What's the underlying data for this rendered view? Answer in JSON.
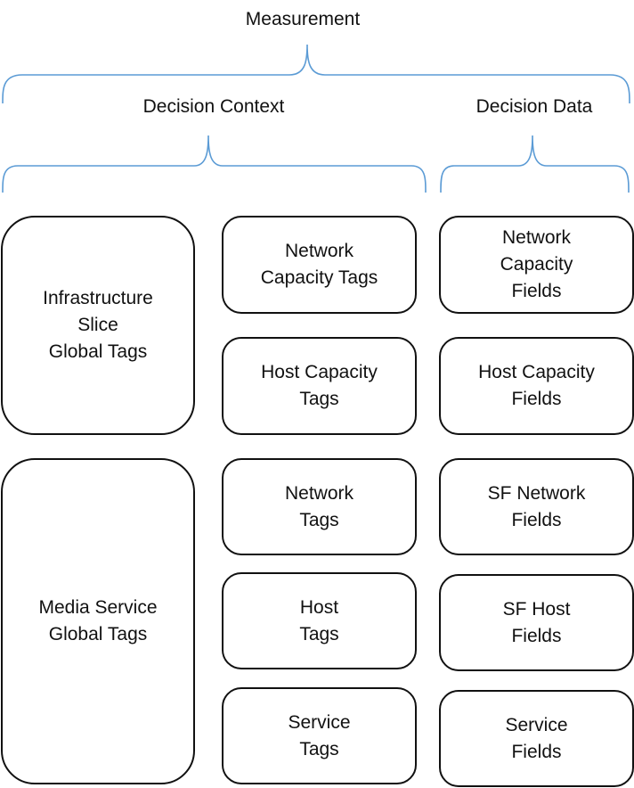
{
  "header": {
    "measurement": "Measurement",
    "decision_context": "Decision Context",
    "decision_data": "Decision Data"
  },
  "global_tags": {
    "infrastructure": "Infrastructure\nSlice\nGlobal Tags",
    "media_service": "Media Service\nGlobal Tags"
  },
  "context_tags": {
    "network_capacity": "Network\nCapacity Tags",
    "host_capacity": "Host Capacity\nTags",
    "network": "Network\nTags",
    "host": "Host\nTags",
    "service": "Service\nTags"
  },
  "data_fields": {
    "network_capacity": "Network\nCapacity\nFields",
    "host_capacity": "Host Capacity\nFields",
    "sf_network": "SF Network\nFields",
    "sf_host": "SF Host\nFields",
    "service": "Service\nFields"
  },
  "colors": {
    "brace": "#5b9bd5",
    "border": "#111111"
  }
}
